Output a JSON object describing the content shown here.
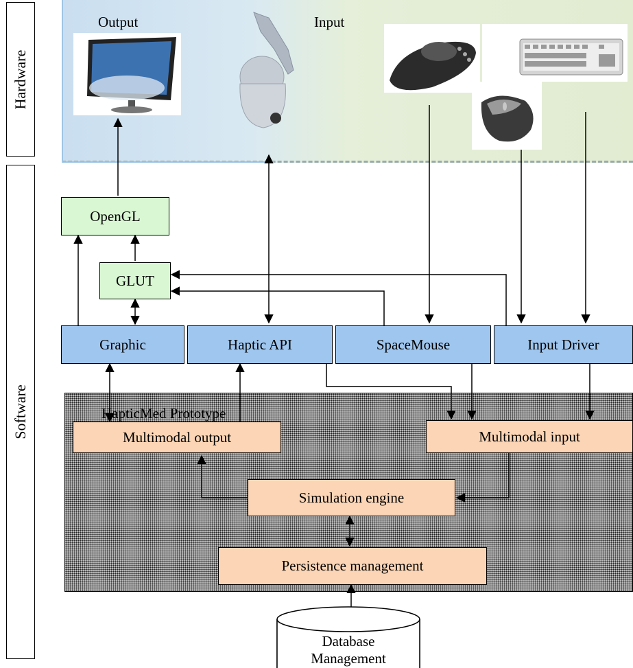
{
  "layers": {
    "hardware": "Hardware",
    "software": "Software"
  },
  "hardware": {
    "output_label": "Output",
    "input_label": "Input",
    "devices": [
      "monitor-icon",
      "haptic-device-icon",
      "spacemouse-icon",
      "mouse-icon",
      "keyboard-icon"
    ]
  },
  "libraries": {
    "opengl": "OpenGL",
    "glut": "GLUT"
  },
  "drivers": {
    "graphic": "Graphic",
    "haptic_api": "Haptic API",
    "spacemouse": "SpaceMouse",
    "input_driver": "Input Driver"
  },
  "prototype": {
    "title": "HapticMed Prototype",
    "multimodal_output": "Multimodal output",
    "multimodal_input": "Multimodal input",
    "simulation_engine": "Simulation engine",
    "persistence_management": "Persistence management"
  },
  "database": {
    "line1": "Database",
    "line2": "Management"
  },
  "colors": {
    "library_fill": "#d9f7d3",
    "driver_fill": "#9fc6ee",
    "module_fill": "#fbd5b5",
    "prototype_fill": "#b8b8b8"
  }
}
